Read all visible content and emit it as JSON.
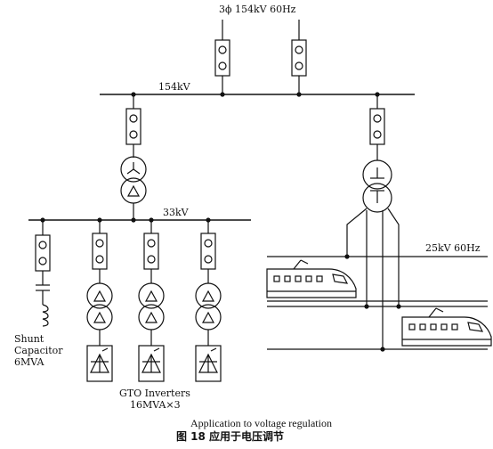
{
  "labels": {
    "source": "3ϕ  154kV 60Hz",
    "bus_154": "154kV",
    "bus_33": "33kV",
    "bus_25": "25kV 60Hz",
    "shunt_line1": "Shunt",
    "shunt_line2": "Capacitor",
    "shunt_line3": "6MVA",
    "gto_line1": "GTO Inverters",
    "gto_line2": "16MVA×3",
    "caption_en": "Application to voltage regulation",
    "caption_cn": "图  18    应用于电压调节"
  },
  "icons": {
    "breaker": "breaker-icon",
    "transformer": "transformer-icon",
    "scott_transformer": "scott-transformer-icon",
    "capacitor": "capacitor-icon",
    "inductor": "inductor-icon",
    "inverter": "inverter-icon",
    "train": "shinkansen-train-icon"
  }
}
